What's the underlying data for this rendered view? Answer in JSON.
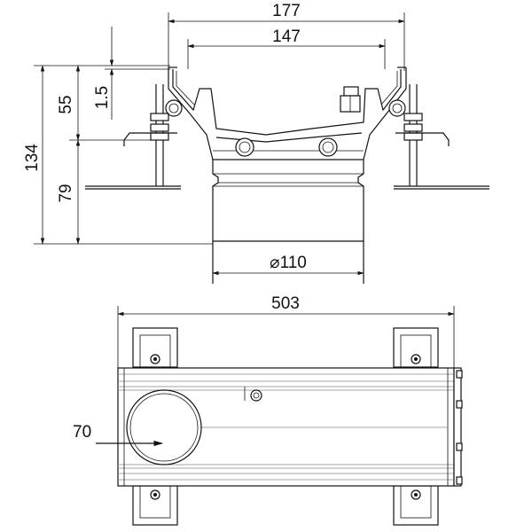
{
  "dimensions": {
    "top_width_outer": "177",
    "top_width_inner": "147",
    "height_upper": "55",
    "gap": "1.5",
    "height_total": "134",
    "height_lower": "79",
    "pipe_diameter": "⌀110",
    "plan_length": "503",
    "outlet_offset": "70"
  }
}
